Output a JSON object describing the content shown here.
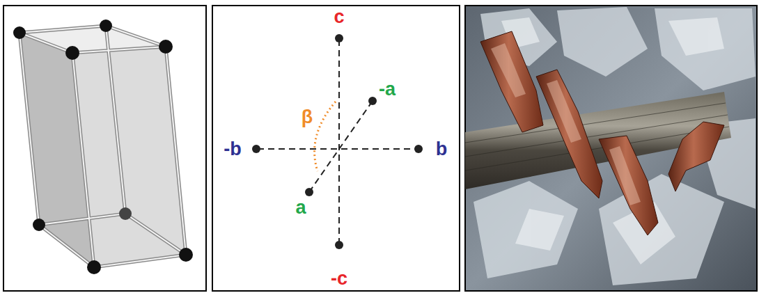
{
  "diagram": {
    "labels": [
      "c",
      "-a",
      "β",
      "-b",
      "b",
      "a",
      "-c"
    ]
  }
}
